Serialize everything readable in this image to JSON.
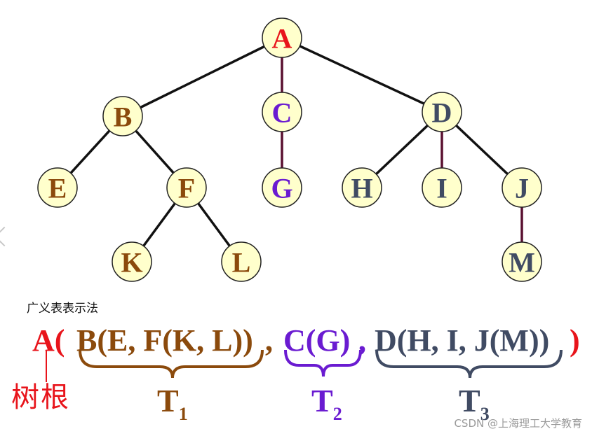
{
  "tree": {
    "nodes": [
      {
        "id": "A",
        "label": "A",
        "color": "#e8141b"
      },
      {
        "id": "B",
        "label": "B",
        "color": "#8b4a0c"
      },
      {
        "id": "C",
        "label": "C",
        "color": "#6a1bd1"
      },
      {
        "id": "D",
        "label": "D",
        "color": "#404b63"
      },
      {
        "id": "E",
        "label": "E",
        "color": "#8b4a0c"
      },
      {
        "id": "F",
        "label": "F",
        "color": "#8b4a0c"
      },
      {
        "id": "G",
        "label": "G",
        "color": "#6a1bd1"
      },
      {
        "id": "H",
        "label": "H",
        "color": "#404b63"
      },
      {
        "id": "I",
        "label": "I",
        "color": "#404b63"
      },
      {
        "id": "J",
        "label": "J",
        "color": "#404b63"
      },
      {
        "id": "K",
        "label": "K",
        "color": "#8b4a0c"
      },
      {
        "id": "L",
        "label": "L",
        "color": "#8b4a0c"
      },
      {
        "id": "M",
        "label": "M",
        "color": "#404b63"
      }
    ],
    "edges": [
      {
        "from": "A",
        "to": "B",
        "color": "#111111"
      },
      {
        "from": "A",
        "to": "C",
        "color": "#5a1030"
      },
      {
        "from": "A",
        "to": "D",
        "color": "#111111"
      },
      {
        "from": "B",
        "to": "E",
        "color": "#111111"
      },
      {
        "from": "B",
        "to": "F",
        "color": "#111111"
      },
      {
        "from": "C",
        "to": "G",
        "color": "#5a1030"
      },
      {
        "from": "D",
        "to": "H",
        "color": "#111111"
      },
      {
        "from": "D",
        "to": "I",
        "color": "#5a1030"
      },
      {
        "from": "D",
        "to": "J",
        "color": "#111111"
      },
      {
        "from": "F",
        "to": "K",
        "color": "#111111"
      },
      {
        "from": "F",
        "to": "L",
        "color": "#111111"
      },
      {
        "from": "J",
        "to": "M",
        "color": "#5a1030"
      }
    ],
    "node_fill": "#ffffcc"
  },
  "caption": "广义表表示法",
  "expression": {
    "open": "A(",
    "t1": "B(E, F(K, L))",
    "comma1": ",",
    "t2": "C(G)",
    "comma2": ",",
    "t3": "D(H, I, J(M))",
    "close": ")"
  },
  "subtrees": [
    {
      "name": "T",
      "sub": "1",
      "color": "#8b4a0c"
    },
    {
      "name": "T",
      "sub": "2",
      "color": "#6a1bd1"
    },
    {
      "name": "T",
      "sub": "3",
      "color": "#404b63"
    }
  ],
  "root_note": "树根",
  "watermark": "CSDN @上海理工大学教育",
  "colors": {
    "root": "#e8141b",
    "t1": "#8b4a0c",
    "t2": "#6a1bd1",
    "t3": "#404b63"
  }
}
